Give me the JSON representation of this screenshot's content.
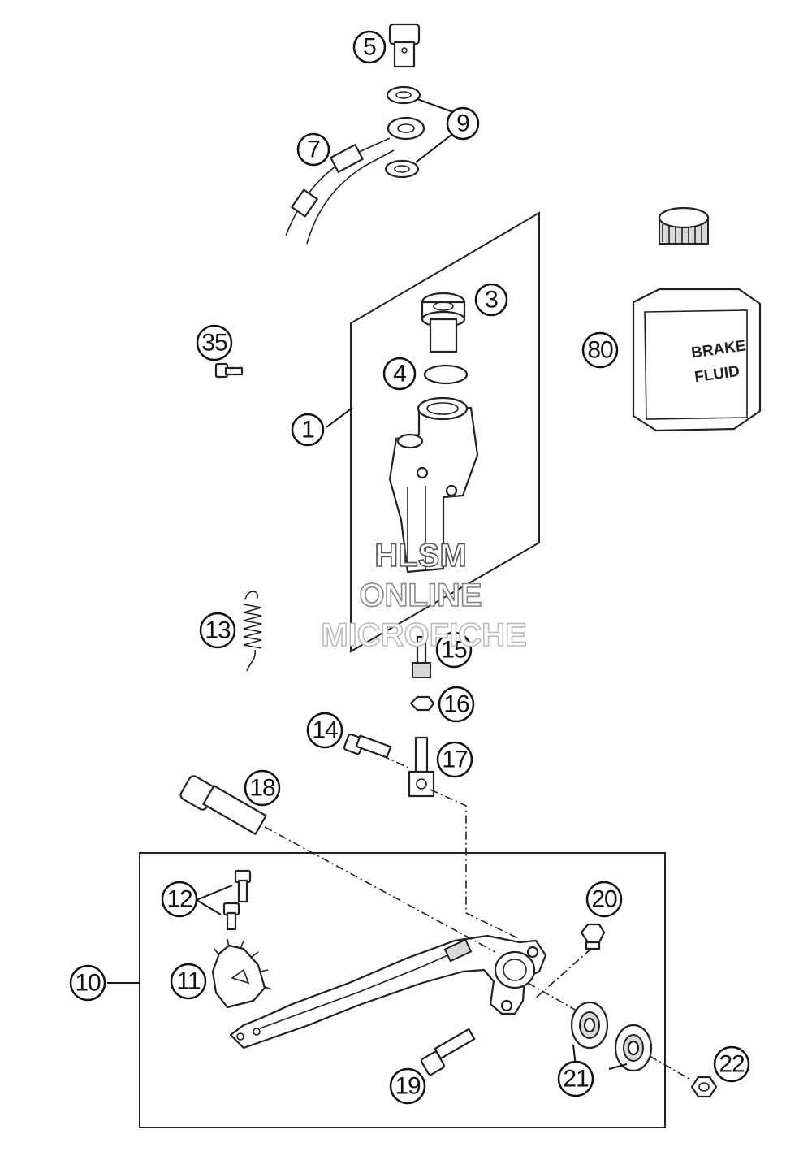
{
  "callouts": {
    "c1": "1",
    "c3": "3",
    "c4": "4",
    "c5": "5",
    "c7": "7",
    "c9": "9",
    "c10": "10",
    "c11": "11",
    "c12": "12",
    "c13": "13",
    "c14": "14",
    "c15": "15",
    "c16": "16",
    "c17": "17",
    "c18": "18",
    "c19": "19",
    "c20": "20",
    "c21": "21",
    "c22": "22",
    "c35": "35",
    "c80": "80"
  },
  "brake_fluid_can": {
    "line1": "BRAKE",
    "line2": "FLUID"
  },
  "watermark": {
    "line1": "HLSM",
    "line2": "ONLINE",
    "line3": "MICROFICHE"
  }
}
